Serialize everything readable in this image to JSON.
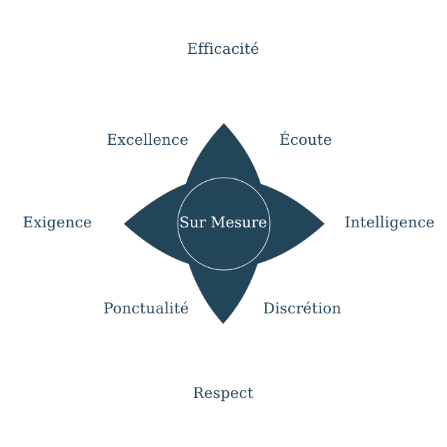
{
  "colors": {
    "shape_fill": "#23455a",
    "label_text": "#23455a",
    "center_text": "#ffffff",
    "outline": "#ffffff"
  },
  "center": {
    "label": "Sur Mesure"
  },
  "values": {
    "top": "Efficacité",
    "upper_left": "Excellence",
    "upper_right": "Écoute",
    "left": "Exigence",
    "right": "Intelligence",
    "lower_left": "Ponctualité",
    "lower_right": "Discrétion",
    "bottom": "Respect"
  }
}
